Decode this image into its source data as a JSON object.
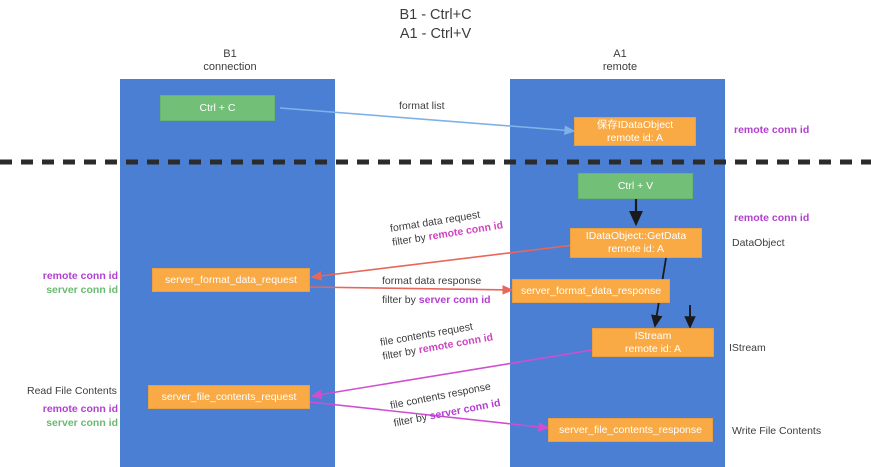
{
  "title": {
    "line1": "B1 - Ctrl+C",
    "line2": "A1 - Ctrl+V"
  },
  "columns": {
    "b1": {
      "name": "B1",
      "role": "connection"
    },
    "a1": {
      "name": "A1",
      "role": "remote"
    }
  },
  "colors": {
    "lane": "#4a7fd4",
    "green_box": "#72bf77",
    "orange_box": "#f9aa44",
    "remote_conn_id": "#b23fd1",
    "server_conn_id": "#6aba70",
    "divider": "#2b2b2b",
    "arrow_blue": "#7fb2e8",
    "arrow_red": "#e8665a",
    "arrow_magenta": "#cf4fd0",
    "arrow_black": "#1a1a1a"
  },
  "nodes": {
    "ctrl_c": {
      "label": "Ctrl + C"
    },
    "save_idataobject": {
      "line1": "保存IDataObject",
      "line2": "remote id: A"
    },
    "ctrl_v": {
      "label": "Ctrl + V"
    },
    "getdata": {
      "line1": "IDataObject::GetData",
      "line2": "remote id: A"
    },
    "server_format_data_request": {
      "label": "server_format_data_request"
    },
    "server_format_data_response": {
      "label": "server_format_data_response"
    },
    "istream": {
      "line1": "IStream",
      "line2": "remote id: A"
    },
    "server_file_contents_request": {
      "label": "server_file_contents_request"
    },
    "server_file_contents_response": {
      "label": "server_file_contents_response"
    }
  },
  "edges": {
    "format_list": {
      "text": "format list"
    },
    "format_data_request": {
      "text": "format data request",
      "filter_prefix": "filter by ",
      "filter_key": "remote conn id"
    },
    "format_data_response": {
      "text": "format data response",
      "filter_prefix": "filter by ",
      "filter_key": "server conn id"
    },
    "file_contents_request": {
      "text": "file contents request",
      "filter_prefix": "filter by ",
      "filter_key": "remote conn id"
    },
    "file_contents_response": {
      "text": "file contents response",
      "filter_prefix": "filter by ",
      "filter_key": "server conn id"
    }
  },
  "annotations": {
    "right_top_remote_conn_id": "remote conn id",
    "right_mid_remote_conn_id": "remote conn id",
    "right_dataobject": "DataObject",
    "right_istream": "IStream",
    "right_write_file_contents": "Write File Contents",
    "left_remote_conn_id_1": "remote conn id",
    "left_server_conn_id_1": "server conn id",
    "left_read_file_contents": "Read File Contents",
    "left_remote_conn_id_2": "remote conn id",
    "left_server_conn_id_2": "server conn id"
  }
}
